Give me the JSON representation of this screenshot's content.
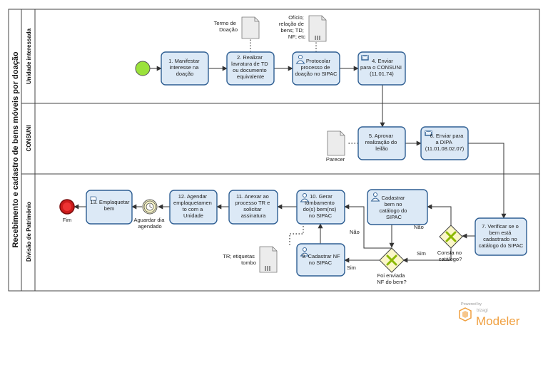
{
  "pool": {
    "title": "Recebimento e cadastro de bens móveis por doação"
  },
  "lanes": [
    {
      "label": "Unidade interessada"
    },
    {
      "label": "CONSUNI"
    },
    {
      "label": "Divisão de Patrimônio"
    }
  ],
  "tasks": {
    "t1": [
      "1. Manifestar",
      "interesse na",
      "doação"
    ],
    "t2": [
      "2. Realizar",
      "lavratura de TD",
      "ou documento",
      "equivalente"
    ],
    "t3": [
      "Protocolar",
      "processo de",
      "doação no SIPAC"
    ],
    "t4": [
      "4. Enviar",
      "para o CONSUNI",
      "(11.01.74)"
    ],
    "t5": [
      "5. Aprovar",
      "realização do",
      "leilão"
    ],
    "t6": [
      "6. Enviar para",
      "a DIPA",
      "(11.01.08.02.07)"
    ],
    "t7": [
      "7. Verificar se o",
      "bem está",
      "cadastrado no",
      "catálogo do SIPAC"
    ],
    "t8": [
      "Cadastrar",
      "bem no",
      "catálogo do",
      "SIPAC"
    ],
    "t9": [
      "9. Cadastrar NF",
      "no SIPAC"
    ],
    "t10": [
      "10. Gerar",
      "tombamento",
      "do(s) bem(ns)",
      "no SIPAC"
    ],
    "t11": [
      "11. Anexar ao",
      "processo TR e",
      "solicitar",
      "assinatura"
    ],
    "t12": [
      "12. Agendar",
      "emplaquetamen",
      "to com a",
      "Unidade"
    ],
    "t13": [
      "13. Emplaquetar",
      "bem"
    ]
  },
  "documents": {
    "termo": [
      "Termo de",
      "Doação"
    ],
    "oficio": [
      "Ofício;",
      "relação de",
      "bens; TD;",
      "NF; etc"
    ],
    "parecer": [
      "Parecer"
    ],
    "tr": [
      "TR; etiquetas",
      "tombo"
    ]
  },
  "gateways": {
    "catalogo": [
      "Consta no",
      "catálogo?"
    ],
    "nf": [
      "Foi enviada",
      "NF do bem?"
    ]
  },
  "flow_labels": {
    "nao_catalogo": "Não",
    "sim_catalogo": "Sim",
    "nao_nf": "Não",
    "sim_nf": "Sim"
  },
  "events": {
    "timer": [
      "Aguardar dia",
      "agendado"
    ],
    "end": "Fim"
  },
  "watermark": {
    "powered": "Powered by",
    "brand": "bizagi",
    "product": "Modeler"
  },
  "colors": {
    "task_fill": "#dce9f6",
    "task_stroke": "#2f5f93",
    "start_event": "#9be23b",
    "end_event": "#cc1b1b",
    "gateway_fill": "#fbf7c7",
    "gateway_mark": "#8cb800",
    "watermark": "#f0a040"
  }
}
